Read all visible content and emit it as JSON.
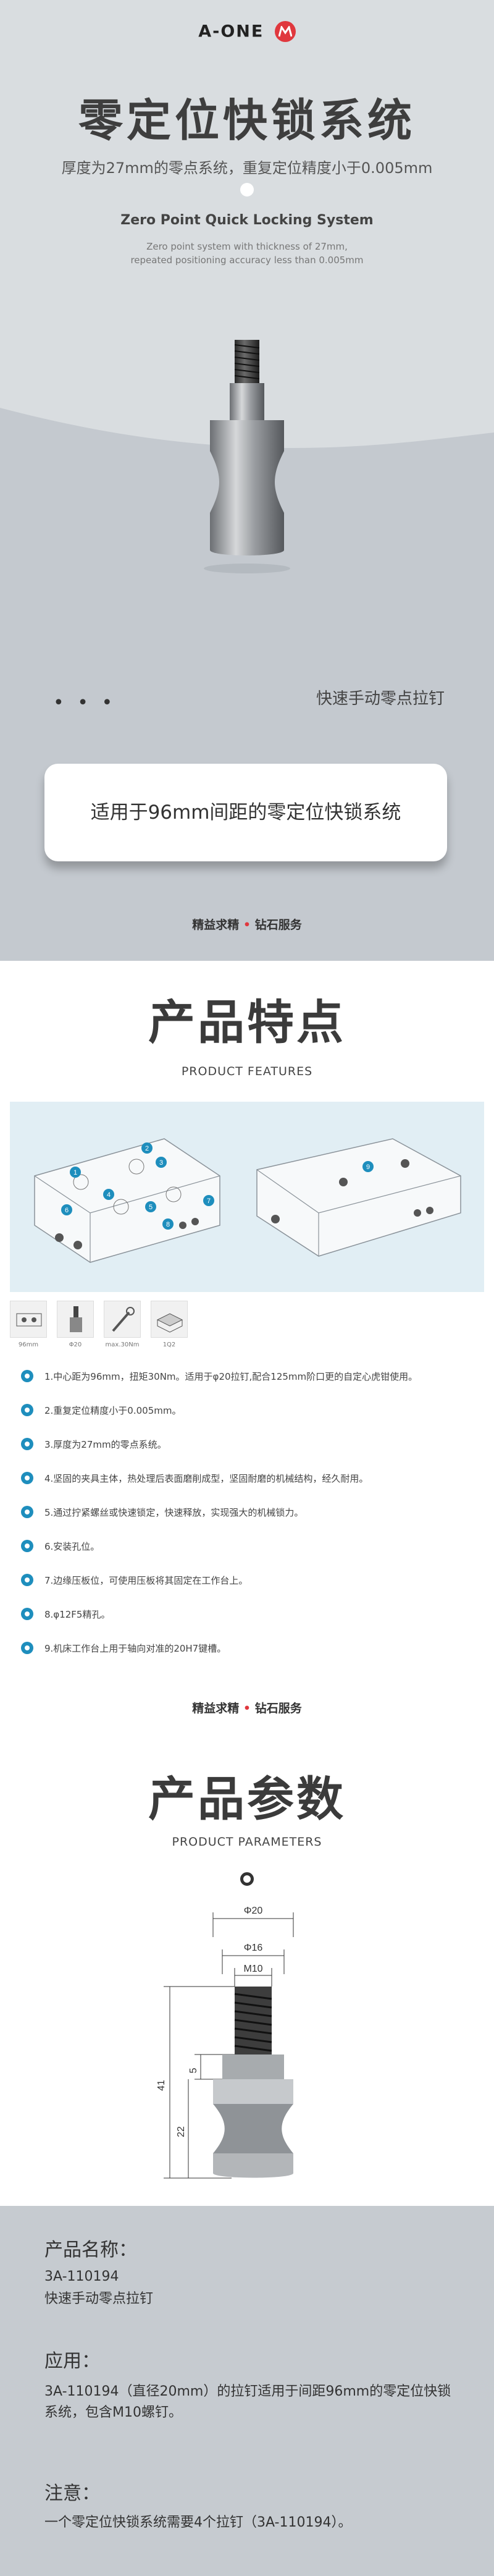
{
  "hero": {
    "brand": "A-ONE",
    "brand_logo": "M",
    "title": "零定位快锁系统",
    "desc": "厚度为27mm的零点系统，重复定位精度小于0.005mm",
    "en_title": "Zero Point Quick Locking System",
    "en_sub_1": "Zero point system with thickness of 27mm,",
    "en_sub_2": "repeated positioning accuracy less than 0.005mm",
    "dots": "• • •",
    "tag": "快速手动零点拉钉",
    "card_text": "适用于96mm间距的零定位快锁系统"
  },
  "slogan": {
    "left": "精益求精",
    "sep": "•",
    "right": "钻石服务"
  },
  "features": {
    "title": "产品特点",
    "subtitle": "PRODUCT FEATURES",
    "mini_captions": [
      "96mm",
      "Φ20",
      "max.30Nm",
      "1Q2"
    ],
    "items": [
      "1.中心距为96mm，扭矩30Nm。适用于φ20拉钉,配合125mm阶口更的自定心虎钳使用。",
      "2.重复定位精度小于0.005mm。",
      "3.厚度为27mm的零点系统。",
      "4.坚固的夹具主体，热处理后表面磨削成型，坚固耐磨的机械结构，经久耐用。",
      "5.通过拧紧螺丝或快速锁定，快速释放，实现强大的机械锁力。",
      "6.安装孔位。",
      "7.边缘压板位，可使用压板将其固定在工作台上。",
      "8.φ12F5精孔。",
      "9.机床工作台上用于轴向对准的20H7键槽。"
    ],
    "numbers": [
      "1",
      "2",
      "3",
      "4",
      "5",
      "6",
      "7",
      "8",
      "9"
    ]
  },
  "params": {
    "title": "产品参数",
    "subtitle": "PRODUCT PARAMETERS",
    "dims": {
      "d20": "Φ20",
      "d16": "Φ16",
      "m10": "M10",
      "h5": "5",
      "h41": "41",
      "h22": "22"
    }
  },
  "info": {
    "name_label": "产品名称：",
    "name_code": "3A-110194",
    "name_desc": "快速手动零点拉钉",
    "use_label": "应用：",
    "use_text": "3A-110194（直径20mm）的拉钉适用于间距96mm的零定位快锁系统，包含M10螺钉。",
    "note_label": "注意：",
    "note_text": "一个零定位快锁系统需要4个拉钉（3A-110194）。"
  },
  "colors": {
    "accent_blue": "#1e8ebd",
    "brand_red": "#e0383e",
    "hero_bg": "#c4c9cf",
    "info_bg": "#c6cbd0"
  }
}
